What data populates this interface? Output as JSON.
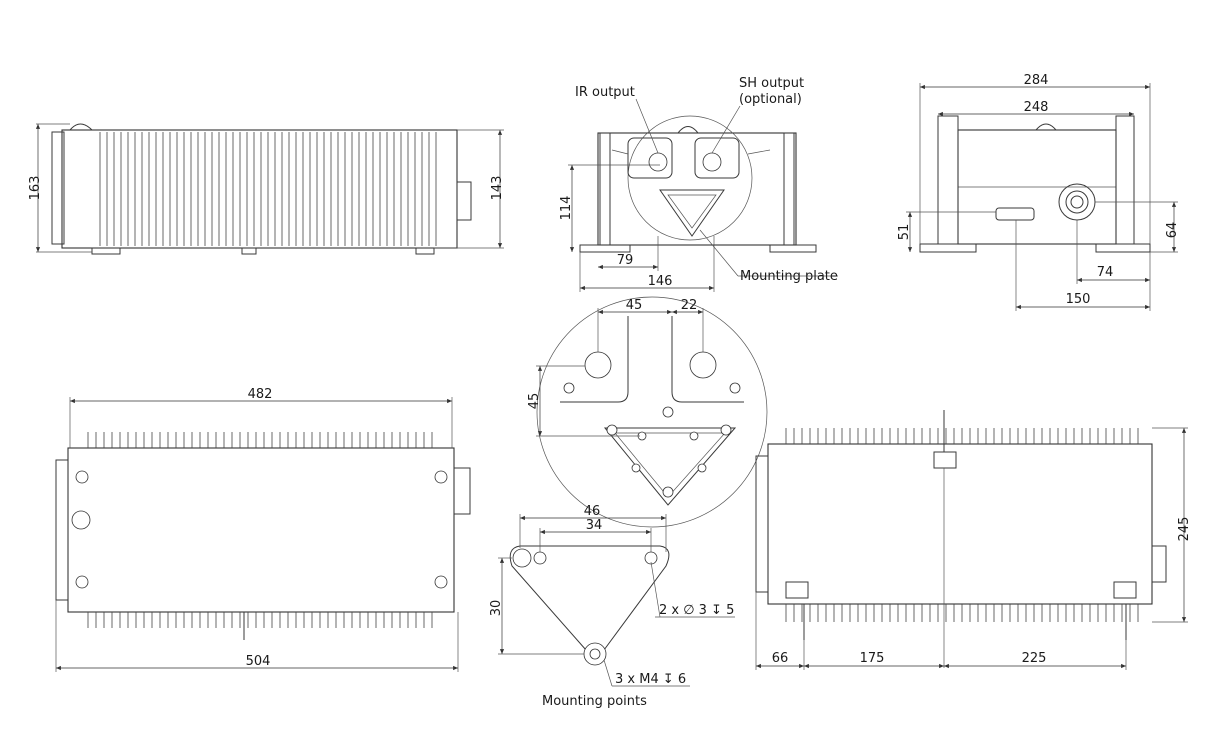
{
  "labels": {
    "ir_output": "IR output",
    "sh_output_line1": "SH output",
    "sh_output_line2": "(optional)",
    "mounting_plate": "Mounting plate",
    "mounting_points": "Mounting points",
    "holes_2x": "2 x ∅ 3 ↧ 5",
    "holes_3x": "3 x M4 ↧ 6"
  },
  "dimensions": {
    "side_height_total": "163",
    "side_height_body": "143",
    "front_height": "114",
    "front_offset": "79",
    "front_width": "146",
    "rear_width_outer": "284",
    "rear_width_inner": "248",
    "rear_height_port": "51",
    "rear_height_output": "64",
    "rear_offset_output": "74",
    "rear_offset_port": "150",
    "top_width_inner": "482",
    "top_width_outer": "504",
    "detail_45_h": "45",
    "detail_22": "22",
    "detail_45_v": "45",
    "plate_46": "46",
    "plate_34": "34",
    "plate_30": "30",
    "bottom_height": "245",
    "bottom_66": "66",
    "bottom_175": "175",
    "bottom_225": "225"
  }
}
